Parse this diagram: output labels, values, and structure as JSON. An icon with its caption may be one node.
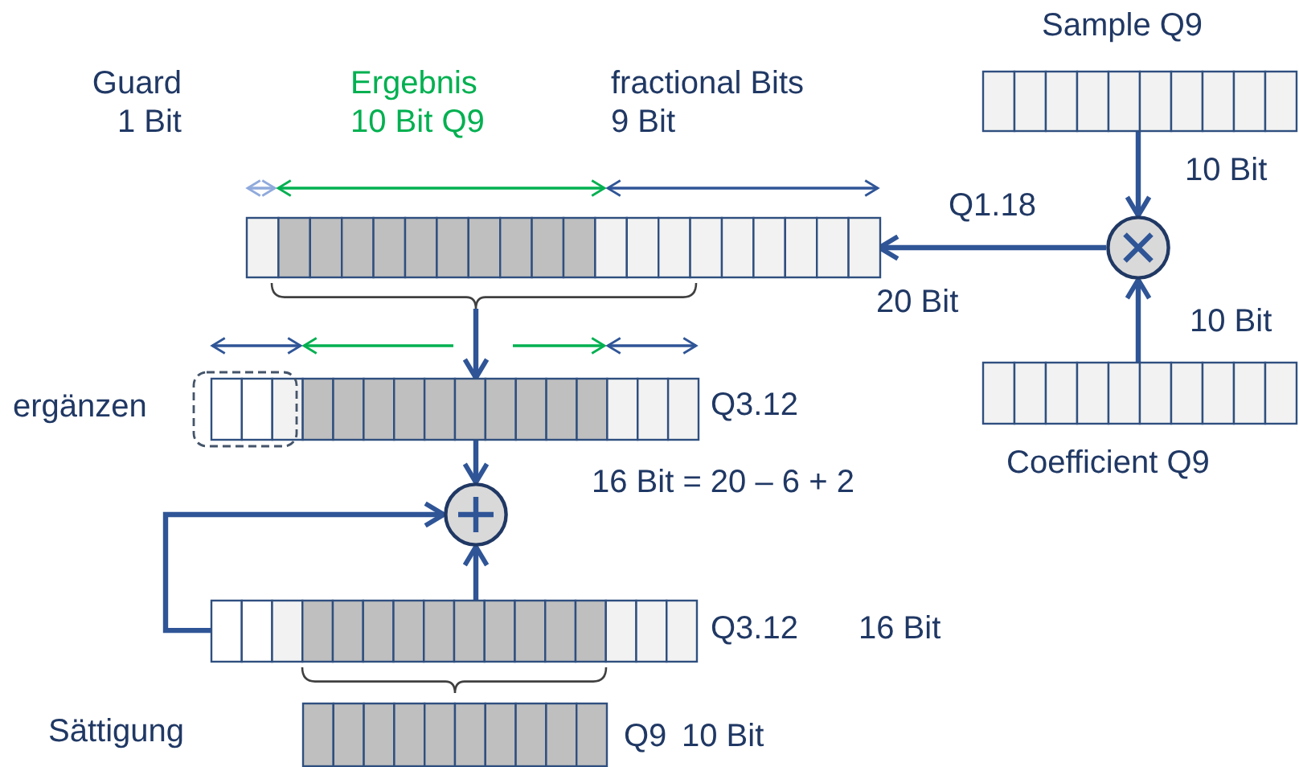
{
  "diagram": {
    "nodes": [
      {
        "text": [
          "Sample Q9"
        ],
        "beside": [
          "10 Bit"
        ]
      },
      {
        "text": [],
        "shape": "circle"
      },
      {
        "text": [
          "Coefficient Q9"
        ],
        "beside": [
          "10 Bit"
        ]
      },
      {
        "text": [],
        "shape": "bar",
        "beside": [
          "20 Bit"
        ]
      },
      {
        "text": [],
        "shape": "bar",
        "beside": [
          "Q3.12",
          "16 Bit = 20 – 6 + 2"
        ]
      },
      {
        "text": [],
        "shape": "circle"
      },
      {
        "text": [],
        "shape": "bar",
        "beside": [
          "Q3.12",
          "16 Bit"
        ]
      },
      {
        "text": [],
        "shape": "bar",
        "beside": [
          "Q9",
          "10 Bit"
        ]
      },
      {
        "text": [
          "ergänzen"
        ]
      }
    ],
    "edges": [
      {
        "from": 0,
        "to": 1,
        "arrow": "to"
      },
      {
        "from": 2,
        "to": 1,
        "arrow": "to"
      },
      {
        "from": 1,
        "to": 3,
        "arrow": "to",
        "label": "Q1.18"
      },
      {
        "from": 3,
        "to": 4,
        "arrow": "to"
      },
      {
        "from": 4,
        "to": 5,
        "arrow": "to"
      },
      {
        "from": 6,
        "to": 5,
        "arrow": "to"
      },
      {
        "from": 6,
        "to": 5,
        "arrow": "to"
      }
    ],
    "labels": [
      "Guard 1 Bit",
      "Ergebnis 10 Bit Q9",
      "fractional Bits 9 Bit",
      "Sättigung"
    ]
  }
}
